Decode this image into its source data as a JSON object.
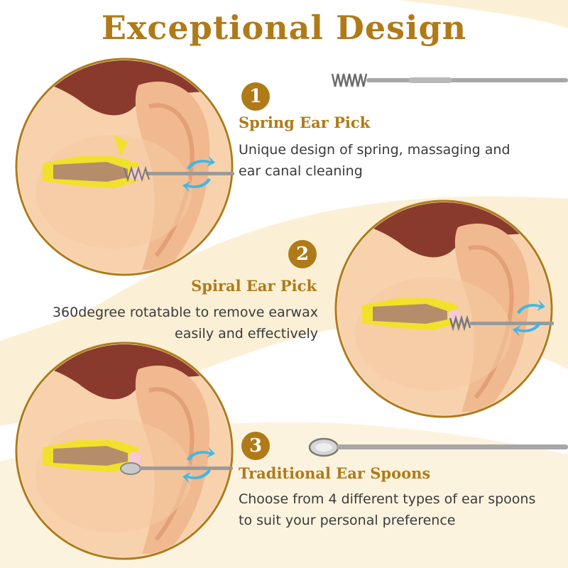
{
  "header": {
    "title": "Exceptional Design"
  },
  "features": [
    {
      "number": "1",
      "title": "Spring Ear Pick",
      "desc_line1": "Unique design of spring, massaging and",
      "desc_line2": "ear canal cleaning",
      "tool_icon": "spring-ear-pick-icon"
    },
    {
      "number": "2",
      "title": "Spiral Ear Pick",
      "desc_line1": "360degree rotatable to remove earwax",
      "desc_line2": "easily and effectively",
      "tool_icon": "spiral-ear-pick-icon"
    },
    {
      "number": "3",
      "title": "Traditional Ear Spoons",
      "desc_line1": "Choose from 4 different types of ear spoons",
      "desc_line2": "to suit your personal preference",
      "tool_icon": "ear-spoon-icon"
    }
  ],
  "colors": {
    "accent_gold": "#b07a18",
    "background_wave": "#fbf0d6",
    "skin": "#f7d2ad",
    "hair": "#8a3a2c",
    "earwax": "#f2e12a",
    "arrow_blue": "#3fb8e6"
  }
}
